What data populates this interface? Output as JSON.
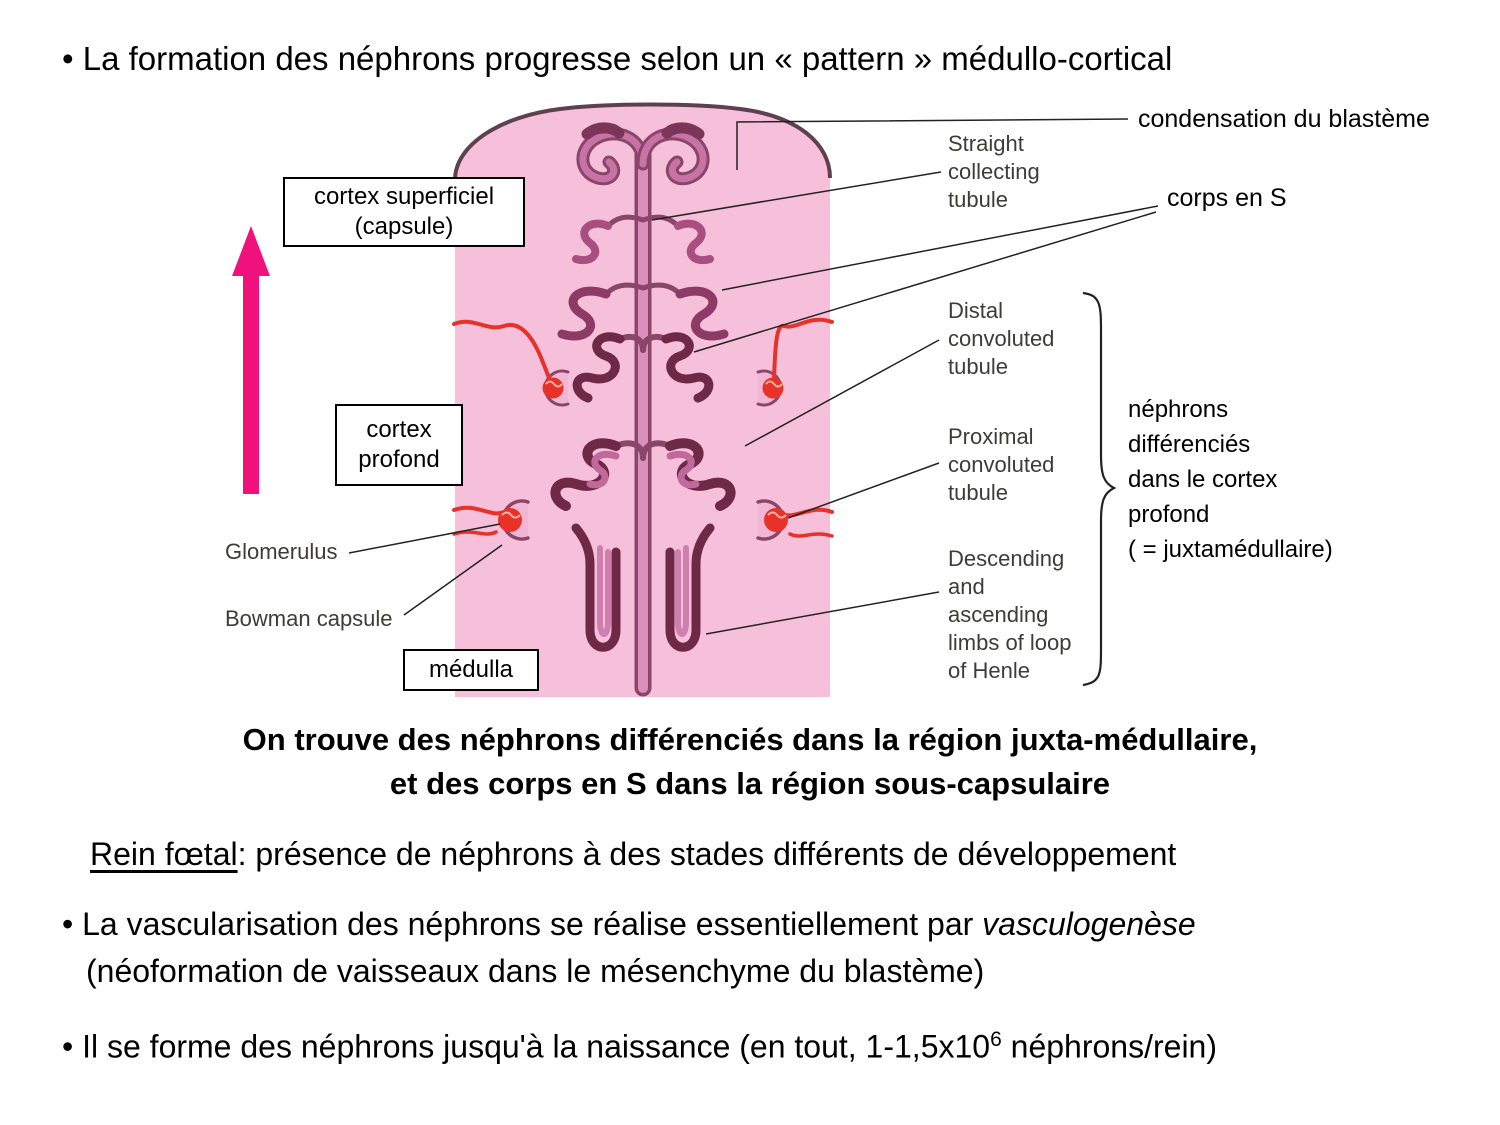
{
  "slide": {
    "title": "• La formation des néphrons progresse selon un « pattern » médullo-cortical",
    "conclusion_line1": "On trouve des néphrons différenciés dans la région juxta-médullaire,",
    "conclusion_line2": "et des corps en S dans la région sous-capsulaire",
    "fetal": {
      "label": "Rein fœtal",
      "rest": ": présence de néphrons à des stades différents de développement"
    },
    "vascularisation": {
      "prefix": "• La vascularisation des néphrons se réalise essentiellement par ",
      "italic": "vasculogenèse",
      "line2": "(néoformation de vaisseaux dans le mésenchyme du blastème)"
    },
    "naissance": {
      "prefix": "• Il se forme des néphrons jusqu'à la naissance (en tout, 1-1,5x10",
      "sup": "6",
      "suffix": " néphrons/rein)"
    }
  },
  "figure": {
    "boxes": {
      "cortex_superficiel": "cortex superficiel\n(capsule)",
      "cortex_profond": "cortex\nprofond",
      "medulla": "médulla"
    },
    "annotations": {
      "condensation": "condensation du blastème",
      "corps_en_s": "corps en S",
      "nephrons_differencies": "néphrons\ndifférenciés\ndans le cortex\nprofond\n( = juxtamédullaire)"
    },
    "textbook_labels": {
      "straight": "Straight\ncollecting\ntubule",
      "distal": "Distal\nconvoluted\ntubule",
      "proximal": "Proximal\nconvoluted\ntubule",
      "henle": "Descending\nand\nascending\nlimbs of loop\nof Henle",
      "glomerulus": "Glomerulus",
      "bowman": "Bowman capsule"
    }
  },
  "colors": {
    "accent_arrow": "#f0117d",
    "diagram_pink": "#f7c0da",
    "vessel_red": "#e63228",
    "structure_dark": "#6e2947"
  }
}
